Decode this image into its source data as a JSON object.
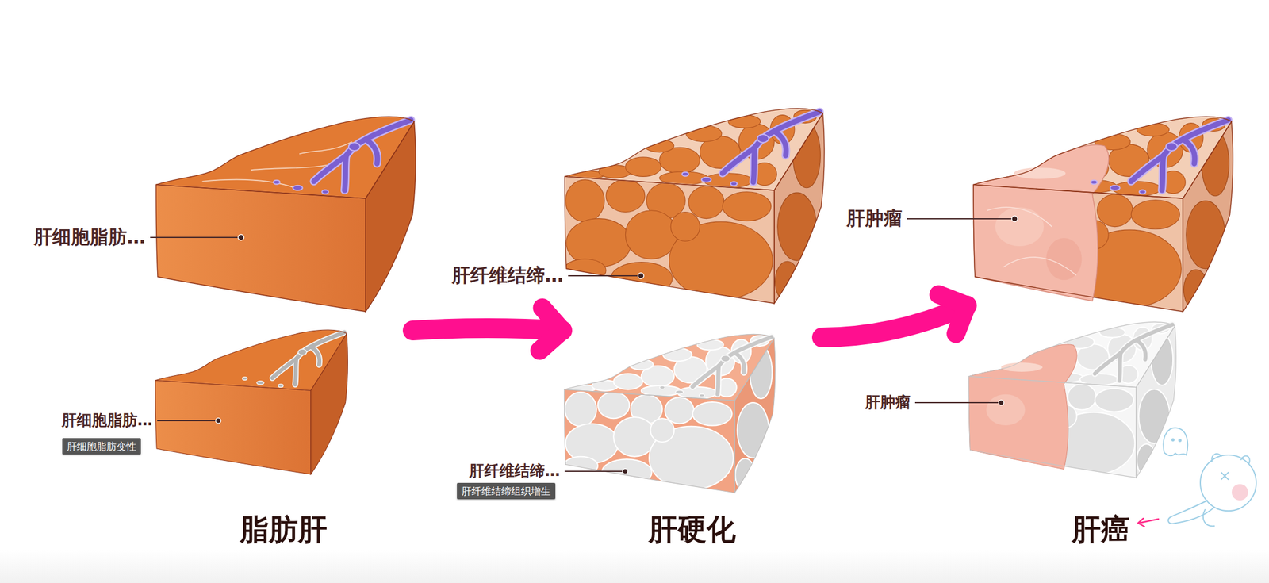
{
  "diagram": {
    "nodes": [
      {
        "text": [
          "脂肪肝"
        ]
      },
      {
        "text": [
          "肝细胞脂肪变性"
        ]
      },
      {
        "text": [
          "肝硬化"
        ]
      },
      {
        "text": [
          "肝纤维结缔组织增生"
        ]
      },
      {
        "text": [
          "肝癌"
        ]
      }
    ],
    "edges": [
      {
        "from": 0,
        "to": 2,
        "arrow": "to"
      },
      {
        "from": 2,
        "to": 4,
        "arrow": "to"
      }
    ],
    "labels": [
      "肝细胞脂肪…",
      "肝细胞脂肪…",
      "肝纤维结缔…",
      "肝纤维结缔…",
      "肝肿瘤",
      "肝肿瘤"
    ]
  }
}
